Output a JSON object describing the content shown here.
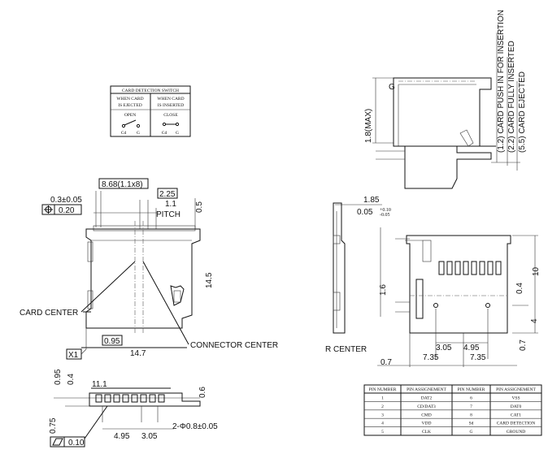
{
  "switch_table": {
    "title": "CARD DETECTION SWITCH",
    "col1_line1": "WHEN CARD",
    "col1_line2": "IS EJECTED",
    "col2_line1": "WHEN CARD",
    "col2_line2": "IS INSERTED",
    "open": "OPEN",
    "close": "CLOSE",
    "cd": "Cd",
    "g": "G"
  },
  "top_view": {
    "dim_0_3": "0.3±0.05",
    "tol_0_20": "0.20",
    "dim_8_68": "8.68(1.1x8)",
    "dim_2_25": "2.25",
    "dim_1_1": "1.1",
    "pitch": "PITCH",
    "dim_0_5": "0.5",
    "dim_14_5": "14.5",
    "card_center": "CARD CENTER",
    "connector_center": "CONNECTOR CENTER",
    "dim_0_95": "0.95",
    "dim_14_7": "14.7",
    "datum_x1": "X1"
  },
  "side_view_top": {
    "dim_1_8": "1.8(MAX)",
    "g": "G",
    "push": "(1.2) CARD PUSH IN FOR INSERTION",
    "fully": "(2.2) CARD FULLY INSERTED",
    "ejected": "(5.5) CARD EJECTED"
  },
  "right_view": {
    "dim_1_85": "1.85",
    "dim_0_05": "0.05",
    "tol_plus": "+0.10",
    "tol_minus": "-0.05",
    "dim_1_6": "1.6",
    "dim_10": "10",
    "dim_0_4": "0.4",
    "dim_4": "4",
    "dim_3_05": "3.05",
    "dim_4_95": "4.95",
    "dim_0_7a": "0.7",
    "dim_0_7b": "0.7",
    "dim_7_35a": "7.35",
    "dim_7_35b": "7.35",
    "center": "R CENTER"
  },
  "bottom_view": {
    "dim_0_95": "0.95",
    "dim_0_4": "0.4",
    "dim_11_1": "11.1",
    "dim_0_6": "0.6",
    "dim_0_75": "0.75",
    "dim_4_95": "4.95",
    "dim_3_05": "3.05",
    "holes": "2-Φ0.8±0.05",
    "flat_0_10": "0.10"
  },
  "pin_table": {
    "headers": [
      "PIN NUMBER",
      "PIN ASSIGNEMENT",
      "PIN NUMBER",
      "PIN ASSIGNEMENT"
    ],
    "rows": [
      [
        "1",
        "DAT2",
        "6",
        "VSS"
      ],
      [
        "2",
        "CD/DAT3",
        "7",
        "DAT0"
      ],
      [
        "3",
        "CMD",
        "8",
        "CAT1"
      ],
      [
        "4",
        "VDD",
        "Sd",
        "CARD DETECTION"
      ],
      [
        "5",
        "CLK",
        "G",
        "GROUND"
      ]
    ]
  }
}
